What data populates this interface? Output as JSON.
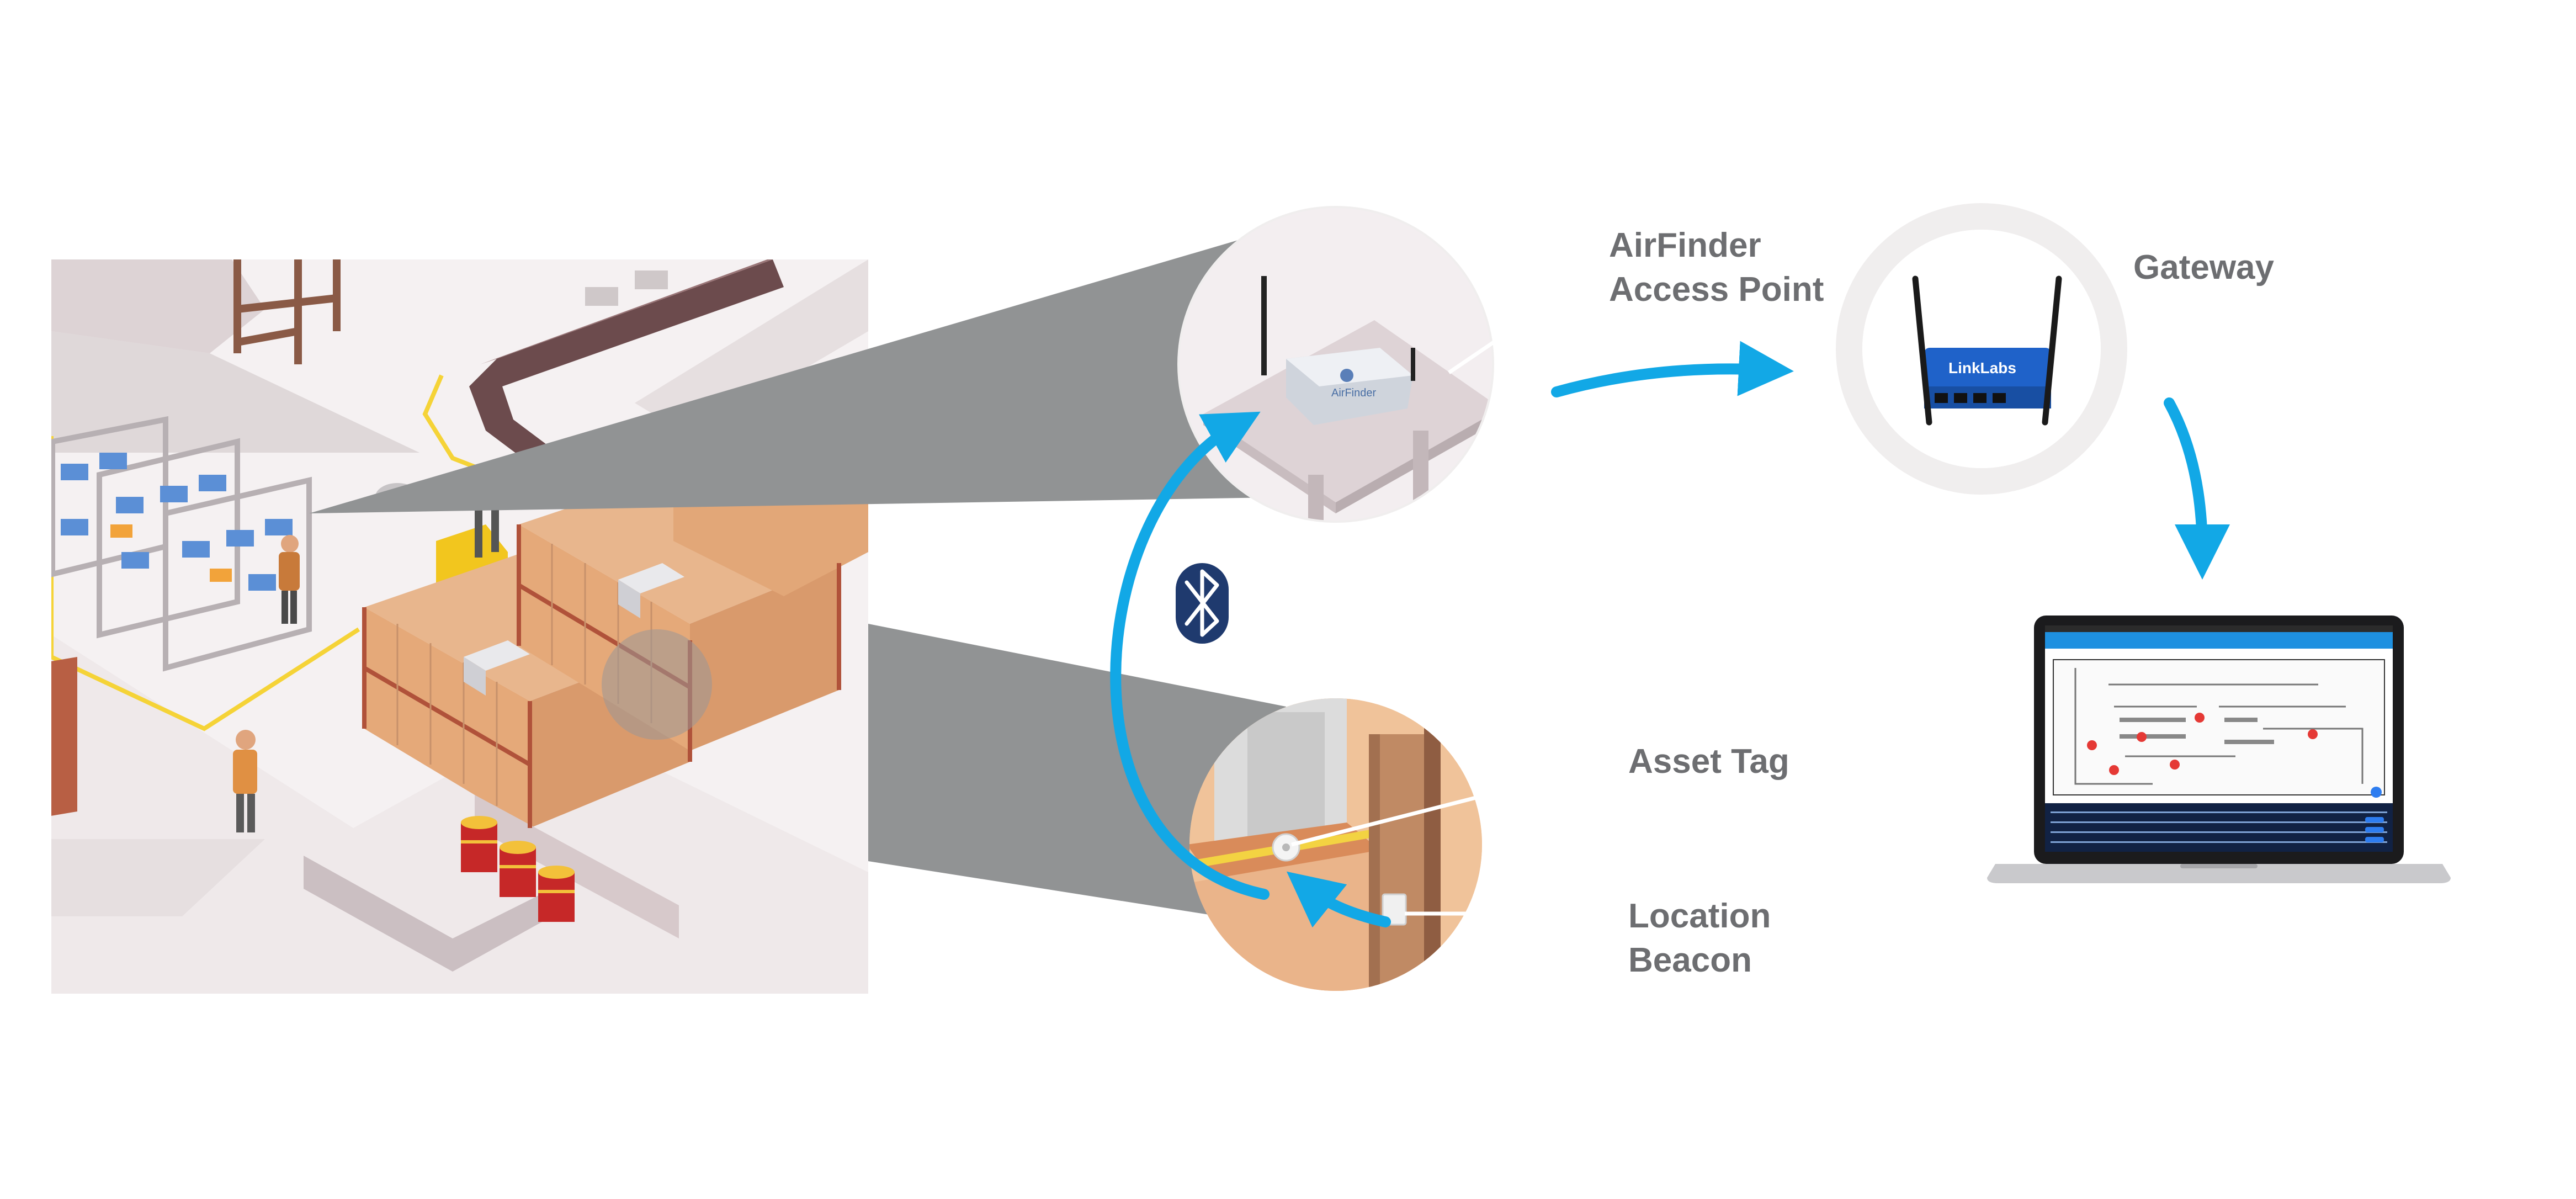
{
  "labels": {
    "access_point": {
      "line1": "AirFinder",
      "line2": "Access Point"
    },
    "gateway": "Gateway",
    "asset_tag": "Asset Tag",
    "location_beacon": {
      "line1": "Location",
      "line2": "Beacon"
    }
  },
  "device_text": {
    "access_point_brand": "AirFinder",
    "gateway_brand": "LinkLabs"
  },
  "icons": {
    "bluetooth": "bluetooth-icon"
  },
  "colors": {
    "arrow_blue": "#12a8e6",
    "label_gray": "#6d6e71",
    "bluetooth_navy": "#1f3a6e",
    "gateway_blue": "#1f62c9",
    "cone_gray": "#919394",
    "highlight_ring": "#f0eeee"
  }
}
